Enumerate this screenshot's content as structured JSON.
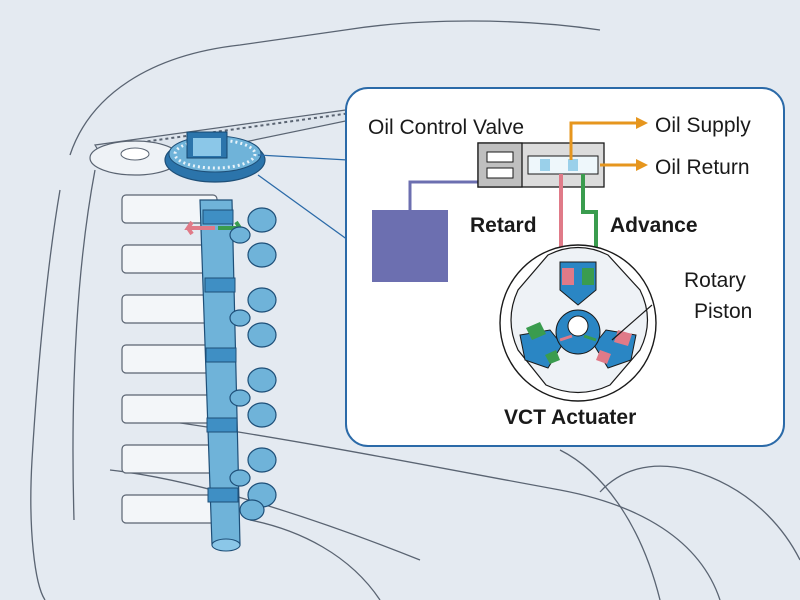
{
  "labels": {
    "oil_control_valve": "Oil Control Valve",
    "oil_supply": "Oil Supply",
    "oil_return": "Oil Return",
    "retard": "Retard",
    "advance": "Advance",
    "rotary": "Rotary",
    "piston": "Piston",
    "vct_actuater": "VCT Actuater"
  },
  "colors": {
    "background": "#e4eaf1",
    "engine_line": "#5a6472",
    "cam_blue": "#6fb3d9",
    "cam_dark": "#2b74ab",
    "callout_border": "#2b6aa8",
    "ecu_box": "#6c6fb0",
    "oil_orange": "#e6961e",
    "retard_red": "#e07a88",
    "advance_green": "#3a9c4e",
    "rotor_blue": "#2a86c4"
  },
  "icons": [
    "valve-solenoid-icon",
    "ecu-box-icon",
    "rotor-icon",
    "arrow-right-icon"
  ]
}
